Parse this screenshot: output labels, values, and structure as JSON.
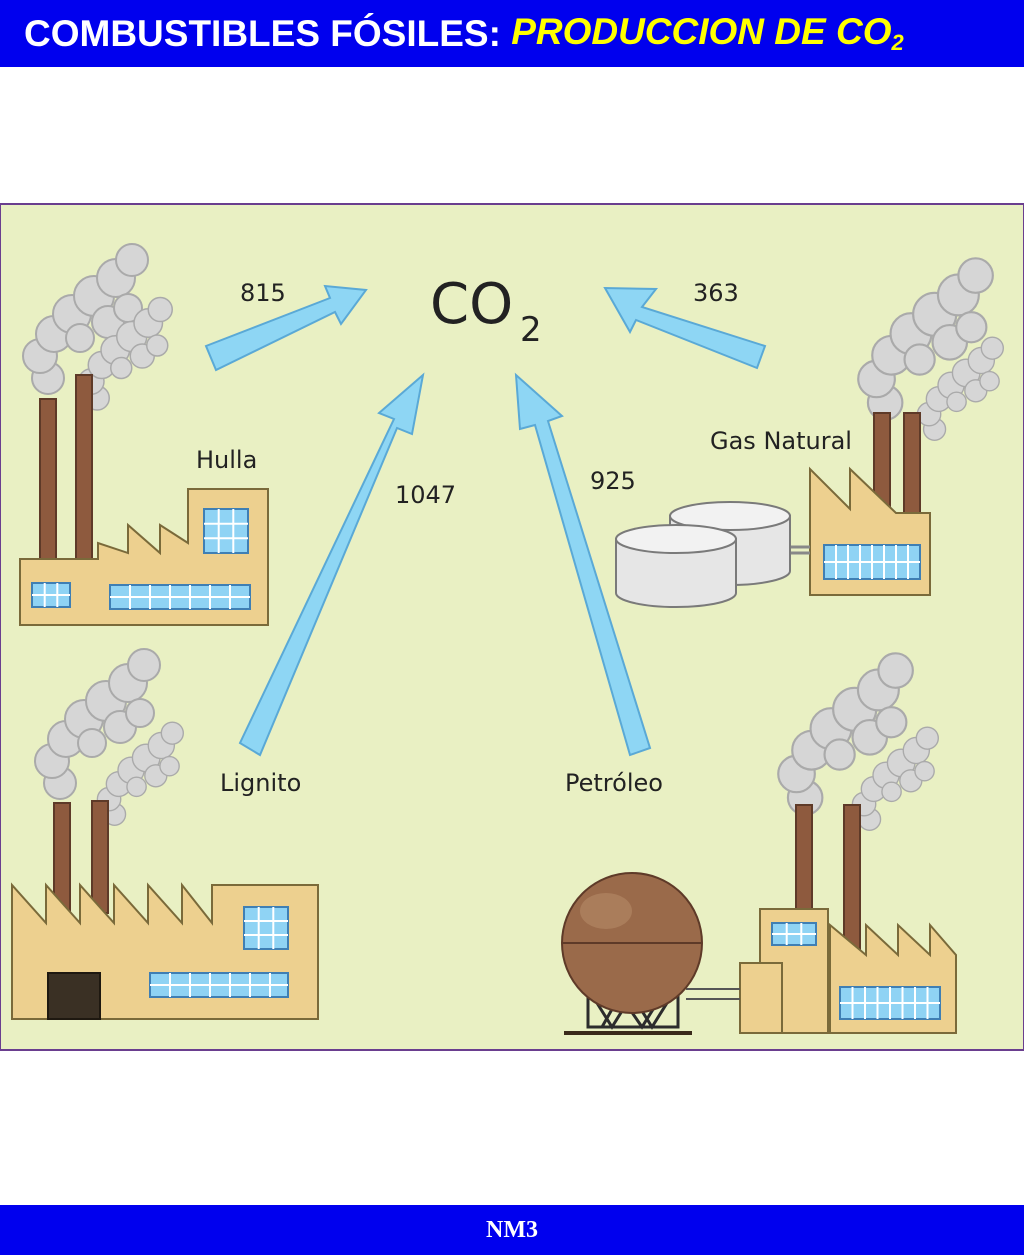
{
  "header": {
    "title_main": "COMBUSTIBLES FÓSILES:",
    "title_highlight": "PRODUCCION DE CO",
    "title_sub": "2"
  },
  "diagram": {
    "center": {
      "formula": "CO",
      "subscript": "2"
    },
    "sources": [
      {
        "name": "Hulla",
        "value": "815"
      },
      {
        "name": "Lignito",
        "value": "1047"
      },
      {
        "name": "Petróleo",
        "value": "925"
      },
      {
        "name": "Gas Natural",
        "value": "363"
      }
    ]
  },
  "colors": {
    "header_bg": "#0000ee",
    "header_highlight": "#ffff00",
    "panel_bg": "#e9f0c3",
    "panel_border": "#6a3e8f",
    "arrow": "#8ed6f4",
    "factory": "#edd08f",
    "chimney": "#8e5a3e",
    "smoke": "#d3d3d3",
    "window": "#8fd3f4"
  },
  "footer": {
    "label": "NM3"
  }
}
